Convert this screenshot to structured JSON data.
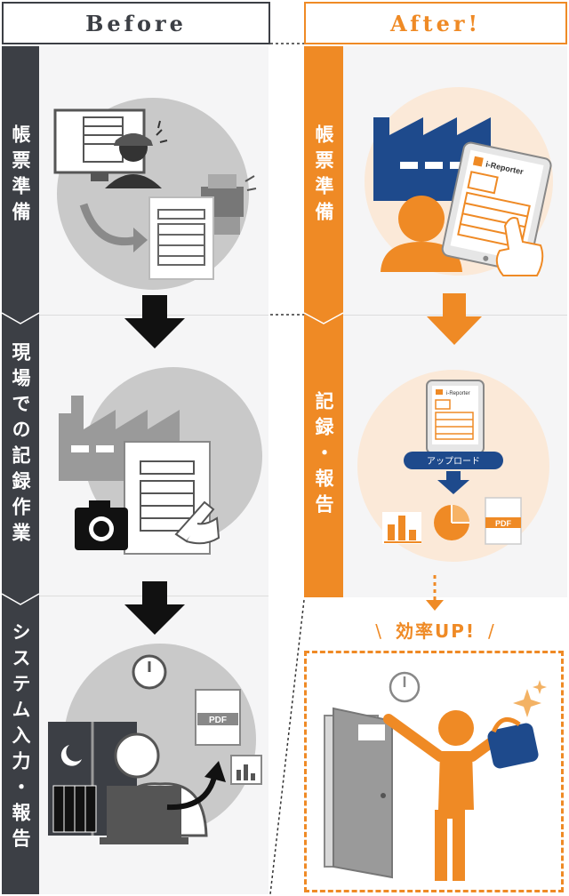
{
  "headers": {
    "before": "Before",
    "after": "After!"
  },
  "before_steps": [
    {
      "label": "帳票準備"
    },
    {
      "label": "現場での記録作業"
    },
    {
      "label": "システム入力・報告"
    }
  ],
  "after_steps": [
    {
      "label": "帳票準備"
    },
    {
      "label": "記録・報告"
    }
  ],
  "tablet_brand": "i-Reporter",
  "upload_label": "アップロード",
  "pdf_label": "PDF",
  "efficiency_label": "効率UP!",
  "colors": {
    "orange": "#ef8a25",
    "dark": "#3c3f45",
    "navy": "#1e4a8c",
    "gray": "#9a9a9a"
  }
}
